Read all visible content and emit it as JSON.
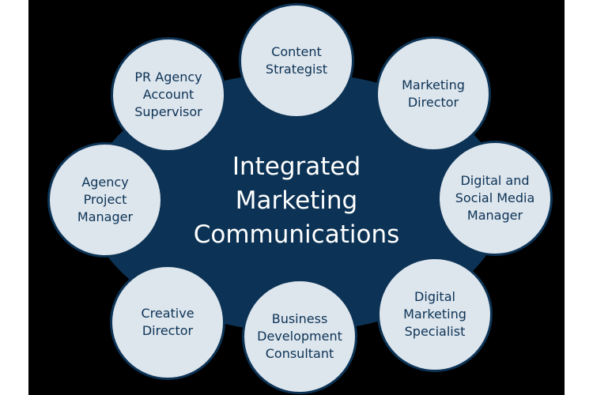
{
  "center": {
    "lines": [
      "Integrated",
      "Marketing",
      "Communications"
    ]
  },
  "roles": [
    {
      "lines": [
        "Content",
        "Strategist"
      ]
    },
    {
      "lines": [
        "Marketing",
        "Director"
      ]
    },
    {
      "lines": [
        "Digital and",
        "Social Media",
        "Manager"
      ]
    },
    {
      "lines": [
        "Digital",
        "Marketing",
        "Specialist"
      ]
    },
    {
      "lines": [
        "Business",
        "Development",
        "Consultant"
      ]
    },
    {
      "lines": [
        "Creative",
        "Director"
      ]
    },
    {
      "lines": [
        "Agency",
        "Project",
        "Manager"
      ]
    },
    {
      "lines": [
        "PR Agency",
        "Account",
        "Supervisor"
      ]
    }
  ],
  "colors": {
    "hub": "#0c3355",
    "node_fill": "#dde5ed",
    "node_text": "#0c3355",
    "backdrop": "#000000"
  }
}
